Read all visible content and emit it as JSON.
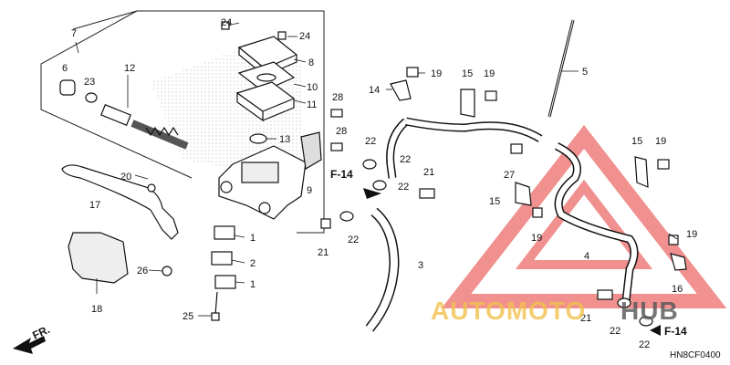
{
  "callouts": [
    {
      "id": "c7",
      "text": "7"
    },
    {
      "id": "c6",
      "text": "6"
    },
    {
      "id": "c12",
      "text": "12"
    },
    {
      "id": "c23",
      "text": "23"
    },
    {
      "id": "c24a",
      "text": "24"
    },
    {
      "id": "c24b",
      "text": "24"
    },
    {
      "id": "c8",
      "text": "8"
    },
    {
      "id": "c10",
      "text": "10"
    },
    {
      "id": "c11",
      "text": "11"
    },
    {
      "id": "c13",
      "text": "13"
    },
    {
      "id": "c9",
      "text": "9"
    },
    {
      "id": "c20",
      "text": "20"
    },
    {
      "id": "c17",
      "text": "17"
    },
    {
      "id": "c1a",
      "text": "1"
    },
    {
      "id": "c2",
      "text": "2"
    },
    {
      "id": "c1b",
      "text": "1"
    },
    {
      "id": "c25",
      "text": "25"
    },
    {
      "id": "c26",
      "text": "26"
    },
    {
      "id": "c18",
      "text": "18"
    },
    {
      "id": "c28a",
      "text": "28"
    },
    {
      "id": "c28b",
      "text": "28"
    },
    {
      "id": "c14",
      "text": "14"
    },
    {
      "id": "c19a",
      "text": "19"
    },
    {
      "id": "c15a",
      "text": "15"
    },
    {
      "id": "c19b",
      "text": "19"
    },
    {
      "id": "c22a",
      "text": "22"
    },
    {
      "id": "c22b",
      "text": "22"
    },
    {
      "id": "c21a",
      "text": "21"
    },
    {
      "id": "c22c",
      "text": "22"
    },
    {
      "id": "c21b",
      "text": "21"
    },
    {
      "id": "c22d",
      "text": "22"
    },
    {
      "id": "c3",
      "text": "3"
    },
    {
      "id": "c5",
      "text": "5"
    },
    {
      "id": "c27",
      "text": "27"
    },
    {
      "id": "c15b",
      "text": "15"
    },
    {
      "id": "c19c",
      "text": "19"
    },
    {
      "id": "c15c",
      "text": "15"
    },
    {
      "id": "c19d",
      "text": "19"
    },
    {
      "id": "c4",
      "text": "4"
    },
    {
      "id": "c19e",
      "text": "19"
    },
    {
      "id": "c16",
      "text": "16"
    },
    {
      "id": "c21c",
      "text": "21"
    },
    {
      "id": "c22e",
      "text": "22"
    },
    {
      "id": "c22f",
      "text": "22"
    }
  ],
  "refs": {
    "f14a": "F-14",
    "f14b": "F-14",
    "fr": "FR."
  },
  "watermark": {
    "part1": "AUTOMOTO",
    "part2": "HUB",
    "color1": "#f2c14e",
    "color2": "#555555",
    "accent": "#e53935"
  },
  "diagram_code": "HN8CF0400"
}
